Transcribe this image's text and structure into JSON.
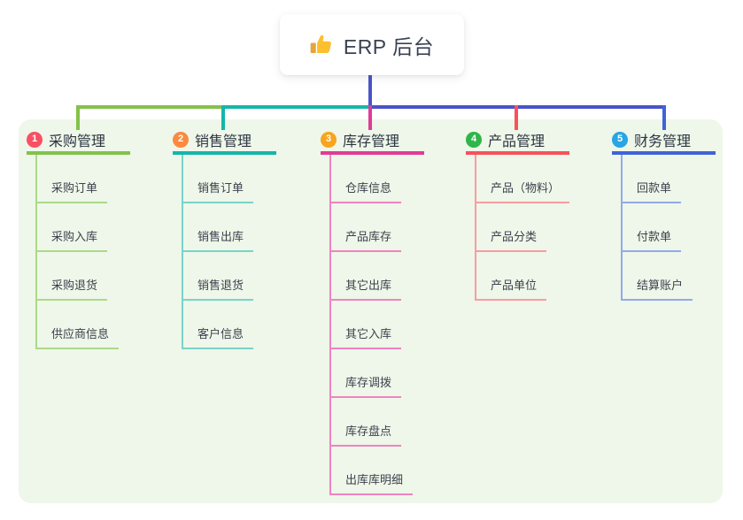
{
  "root": {
    "label": "ERP 后台",
    "icon": "thumbs-up-icon"
  },
  "colors": {
    "panel": "#eef7e9",
    "trunk": "#4b53c8",
    "c1-main": "#82c24a",
    "c1-light": "#abd989",
    "c1-badge": "#f85063",
    "c2-main": "#13b6a9",
    "c2-light": "#79d3c9",
    "c2-badge": "#fa8a3f",
    "c3-main": "#e23a97",
    "c3-light": "#f083c0",
    "c3-badge": "#f8a41e",
    "c4-main": "#f9515a",
    "c4-light": "#fb9ba0",
    "c4-badge": "#30b54a",
    "c5-main": "#3f64d9",
    "c5-light": "#93a9ea",
    "c5-badge": "#27a5e5"
  },
  "branches": [
    {
      "badge": "1",
      "label": "采购管理",
      "items": [
        "采购订单",
        "采购入库",
        "采购退货",
        "供应商信息"
      ]
    },
    {
      "badge": "2",
      "label": "销售管理",
      "items": [
        "销售订单",
        "销售出库",
        "销售退货",
        "客户信息"
      ]
    },
    {
      "badge": "3",
      "label": "库存管理",
      "items": [
        "仓库信息",
        "产品库存",
        "其它出库",
        "其它入库",
        "库存调拨",
        "库存盘点",
        "出库库明细"
      ]
    },
    {
      "badge": "4",
      "label": "产品管理",
      "items": [
        "产品（物料）",
        "产品分类",
        "产品单位"
      ]
    },
    {
      "badge": "5",
      "label": "财务管理",
      "items": [
        "回款单",
        "付款单",
        "结算账户"
      ]
    }
  ]
}
